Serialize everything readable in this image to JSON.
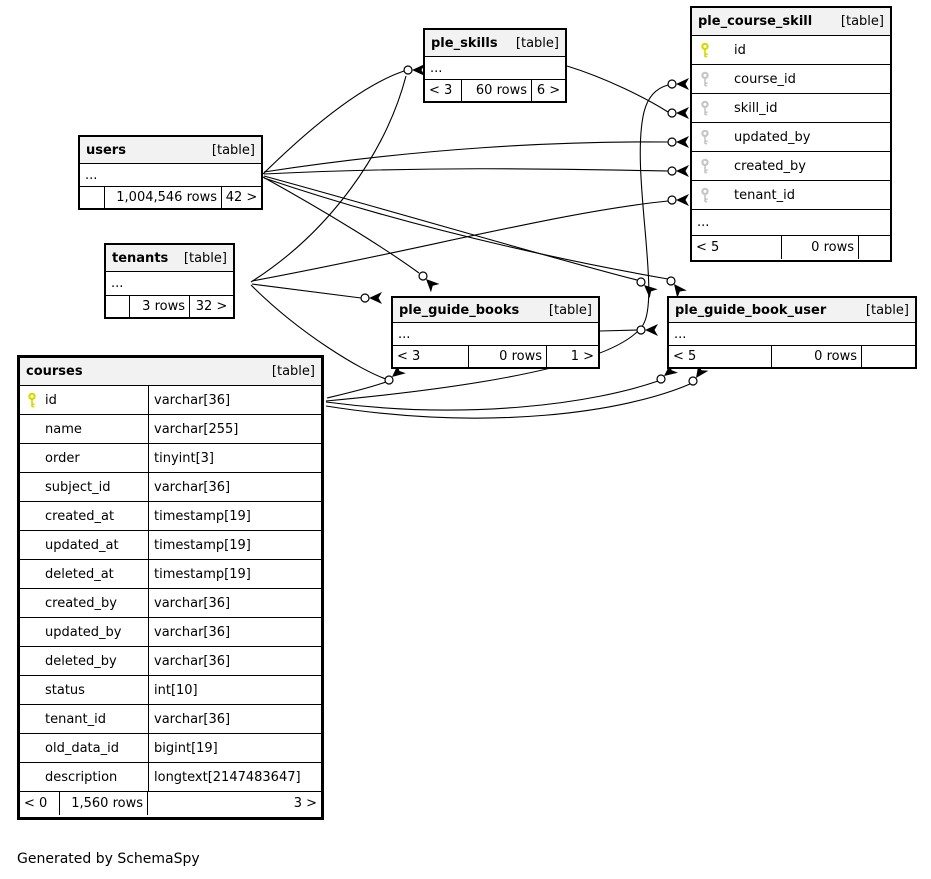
{
  "note": {
    "text": "Generated by SchemaSpy"
  },
  "tables": {
    "ple_skills": {
      "name": "ple_skills",
      "type_label": "[table]",
      "ellipsis": "...",
      "footer": {
        "left": "< 3",
        "center": "60 rows",
        "right": "6 >"
      }
    },
    "ple_course_skill": {
      "name": "ple_course_skill",
      "type_label": "[table]",
      "ellipsis": "...",
      "columns": [
        {
          "name": "id",
          "key": "primary"
        },
        {
          "name": "course_id",
          "key": "foreign"
        },
        {
          "name": "skill_id",
          "key": "foreign"
        },
        {
          "name": "updated_by",
          "key": "foreign"
        },
        {
          "name": "created_by",
          "key": "foreign"
        },
        {
          "name": "tenant_id",
          "key": "foreign"
        }
      ],
      "footer": {
        "left": "< 5",
        "center": "0 rows",
        "right": ""
      }
    },
    "users": {
      "name": "users",
      "type_label": "[table]",
      "ellipsis": "...",
      "footer": {
        "left": "",
        "center": "1,004,546 rows",
        "right": "42 >"
      }
    },
    "tenants": {
      "name": "tenants",
      "type_label": "[table]",
      "ellipsis": "...",
      "footer": {
        "left": "",
        "center": "3 rows",
        "right": "32 >"
      }
    },
    "ple_guide_books": {
      "name": "ple_guide_books",
      "type_label": "[table]",
      "ellipsis": "...",
      "footer": {
        "left": "< 3",
        "center": "0 rows",
        "right": "1 >"
      }
    },
    "ple_guide_book_user": {
      "name": "ple_guide_book_user",
      "type_label": "[table]",
      "ellipsis": "...",
      "footer": {
        "left": "< 5",
        "center": "0 rows",
        "right": ""
      }
    },
    "courses": {
      "name": "courses",
      "type_label": "[table]",
      "columns": [
        {
          "name": "id",
          "type": "varchar[36]",
          "key": "primary"
        },
        {
          "name": "name",
          "type": "varchar[255]",
          "key": "none"
        },
        {
          "name": "order",
          "type": "tinyint[3]",
          "key": "none"
        },
        {
          "name": "subject_id",
          "type": "varchar[36]",
          "key": "none"
        },
        {
          "name": "created_at",
          "type": "timestamp[19]",
          "key": "none"
        },
        {
          "name": "updated_at",
          "type": "timestamp[19]",
          "key": "none"
        },
        {
          "name": "deleted_at",
          "type": "timestamp[19]",
          "key": "none"
        },
        {
          "name": "created_by",
          "type": "varchar[36]",
          "key": "none"
        },
        {
          "name": "updated_by",
          "type": "varchar[36]",
          "key": "none"
        },
        {
          "name": "deleted_by",
          "type": "varchar[36]",
          "key": "none"
        },
        {
          "name": "status",
          "type": "int[10]",
          "key": "none"
        },
        {
          "name": "tenant_id",
          "type": "varchar[36]",
          "key": "none"
        },
        {
          "name": "old_data_id",
          "type": "bigint[19]",
          "key": "none"
        },
        {
          "name": "description",
          "type": "longtext[2147483647]",
          "key": "none"
        }
      ],
      "footer": {
        "left": "< 0",
        "center": "1,560 rows",
        "right": "3 >"
      }
    }
  }
}
